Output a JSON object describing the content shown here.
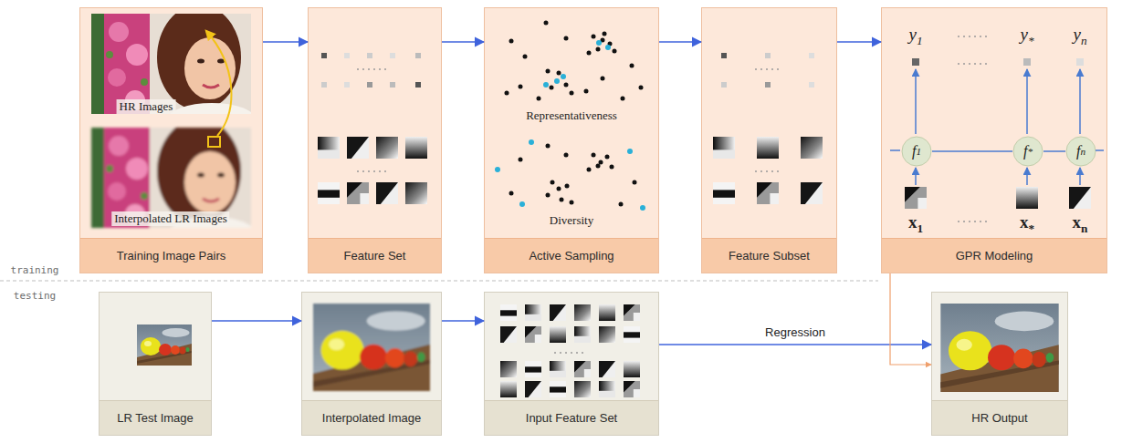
{
  "diagram": {
    "nodes": [
      {
        "text": [
          "Training Image Pairs"
        ]
      },
      {
        "text": [
          "Feature Set"
        ]
      },
      {
        "text": [
          "Active Sampling"
        ]
      },
      {
        "text": [
          "Feature Subset"
        ]
      },
      {
        "text": [
          "GPR Modeling"
        ]
      },
      {
        "text": [
          "f1"
        ],
        "in": 4
      },
      {
        "text": [
          "f*"
        ],
        "in": 4
      },
      {
        "text": [
          "fn"
        ],
        "in": 4
      },
      {
        "text": [
          "LR Test Image"
        ]
      },
      {
        "text": [
          "Interpolated Image"
        ]
      },
      {
        "text": [
          "Input Feature Set"
        ]
      },
      {
        "text": [
          "HR Output"
        ]
      }
    ],
    "edges": [
      {
        "from": 0,
        "to": 1,
        "arrow": "to"
      },
      {
        "from": 1,
        "to": 2,
        "arrow": "to"
      },
      {
        "from": 2,
        "to": 3,
        "arrow": "to"
      },
      {
        "from": 3,
        "to": 4,
        "arrow": "to"
      },
      {
        "from": 8,
        "to": 9,
        "arrow": "to"
      },
      {
        "from": 9,
        "to": 10,
        "arrow": "to"
      },
      {
        "from": 10,
        "to": 11,
        "label": "Regression",
        "arrow": "to"
      },
      {
        "from": 4,
        "to": 11,
        "arrow": "to"
      },
      {
        "from": 5,
        "to": 6,
        "arrow": "none"
      },
      {
        "from": 6,
        "to": 7,
        "arrow": "none"
      }
    ],
    "labels": [
      "HR Images",
      "Interpolated LR Images",
      "Representativeness",
      "Diversity",
      "y1",
      "y*",
      "yn",
      "x1",
      "x*",
      "xn",
      "training",
      "testing"
    ]
  }
}
